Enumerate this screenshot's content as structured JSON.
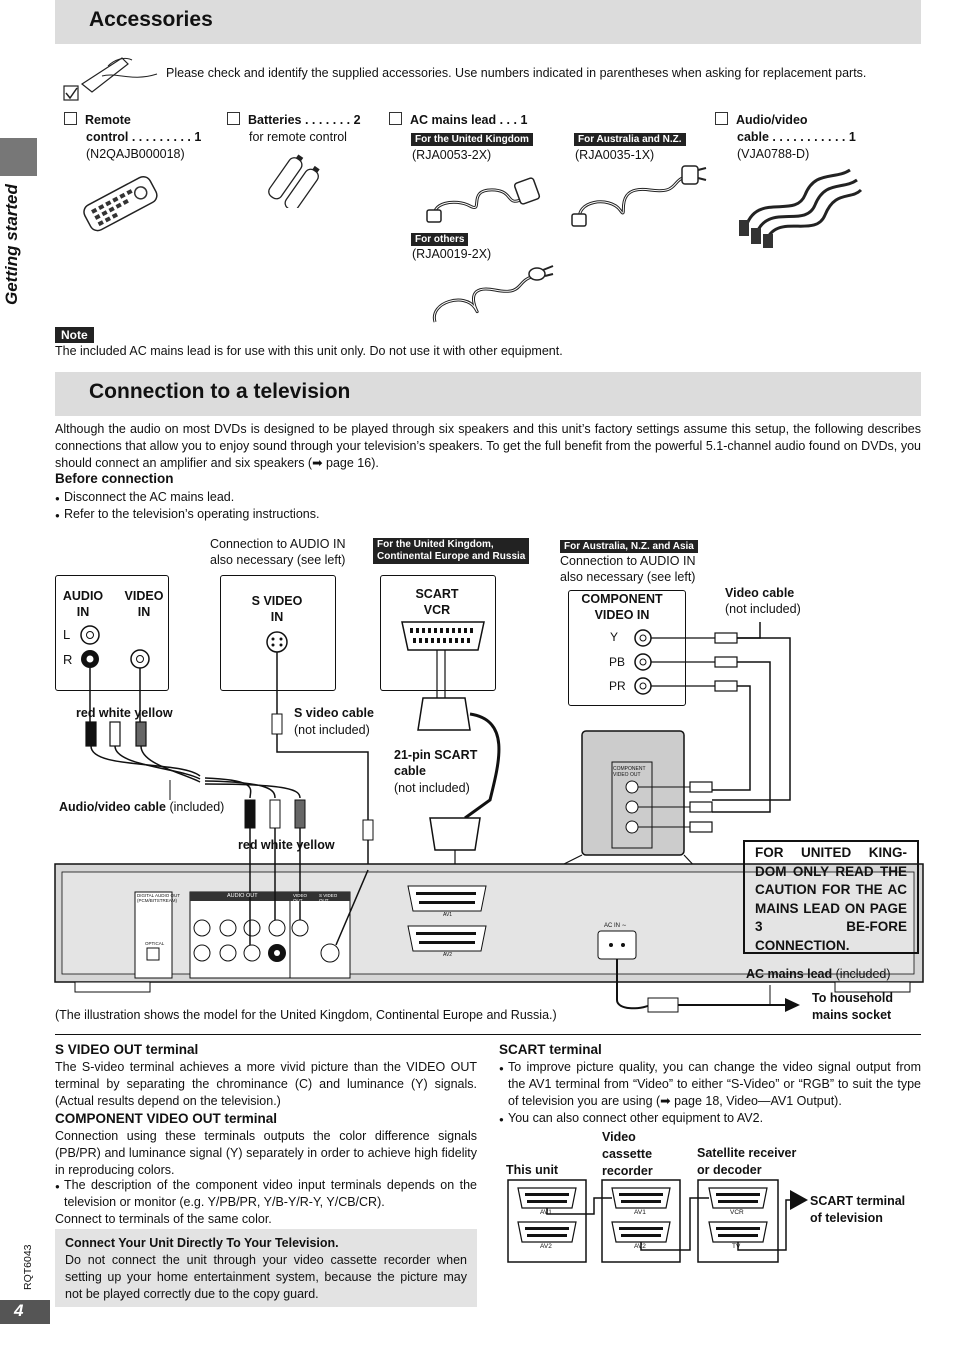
{
  "sidebar": {
    "label": "Getting started"
  },
  "accessories": {
    "title": "Accessories",
    "intro": "Please check and identify the supplied accessories. Use numbers indicated in parentheses when asking for replacement parts.",
    "items": [
      {
        "name_line1": "Remote",
        "name_line2": "control . . . . . . . . .  1",
        "part": "(N2QAJB000018)"
      },
      {
        "name_line1": "Batteries  . . . . . . .  2",
        "name_line2": "for remote control"
      },
      {
        "name_line1": "AC mains lead . . .  1",
        "tag_uk": "For the United Kingdom",
        "part_uk": "(RJA0053-2X)",
        "tag_others": "For others",
        "part_others": "(RJA0019-2X)"
      },
      {
        "tag_au": "For Australia and N.Z.",
        "part_au": "(RJA0035-1X)"
      },
      {
        "name_line1": "Audio/video",
        "name_line2": "cable . . . . . . . . . . .  1",
        "part": "(VJA0788-D)"
      }
    ],
    "note_label": "Note",
    "note_text": "The included AC mains lead is for use with this unit only. Do not use it with other equipment."
  },
  "connection": {
    "title": "Connection to a television",
    "intro": "Although the audio on most DVDs is designed to be played through six speakers and this unit’s factory settings assume this setup, the following describes connections that allow you to enjoy sound through your television’s speakers. To get the full benefit from the powerful 5.1-channel audio found on DVDs, you should connect an amplifier and six speakers (➡ page 16).",
    "before_heading": "Before connection",
    "before_items": [
      "Disconnect the AC mains lead.",
      "Refer to the television’s operating instructions."
    ]
  },
  "diagram": {
    "audio_in_note_1": "Connection to AUDIO IN",
    "audio_in_note_2": "also necessary (see left)",
    "tag_uk_eu": "For the United Kingdom,",
    "tag_uk_eu_2": "Continental Europe and Russia",
    "tag_au_asia": "For Australia, N.Z. and Asia",
    "audio_in": "AUDIO\nIN",
    "video_in": "VIDEO\nIN",
    "l": "L",
    "r": "R",
    "s_video_in": "S VIDEO\nIN",
    "scart_vcr": "SCART\nVCR",
    "component_in": "COMPONENT\nVIDEO IN",
    "y": "Y",
    "pb": "PB",
    "pr": "PR",
    "video_cable": "Video cable",
    "not_included": "(not included)",
    "red_white_yellow": "red white yellow",
    "s_video_cable": "S video cable",
    "scart_cable": "21-pin SCART",
    "scart_cable_2": "cable",
    "av_cable": "Audio/video cable",
    "included": "(included)",
    "component_out_small": "COMPONENT\nVIDEO OUT",
    "ac_in": "AC IN ∼",
    "av1": "AV1",
    "av2": "AV2",
    "digital_out": "DIGITAL AUDIO OUT\n(PCM/BITSTREAM)",
    "optical": "OPTICAL",
    "audio_out": "AUDIO OUT",
    "video_out": "VIDEO\nOUT",
    "s_video_out": "S VIDEO\nOUT",
    "ac_lead": "AC mains lead",
    "household": "To household\nmains socket",
    "illustration_note": "(The illustration shows the model for the United Kingdom, Continental Europe and Russia.)",
    "warning": "FOR UNITED KING-DOM ONLY READ THE CAUTION FOR THE AC MAINS LEAD ON PAGE 3 BE-FORE CONNECTION."
  },
  "svideo": {
    "heading": "S VIDEO OUT terminal",
    "text": "The S-video terminal achieves a more vivid picture than the VIDEO OUT terminal by separating the chrominance (C) and luminance (Y) signals. (Actual results depend on the television.)"
  },
  "component": {
    "heading": "COMPONENT VIDEO OUT terminal",
    "text": "Connection using these terminals outputs the color difference signals (PB/PR) and luminance signal (Y) separately in order to achieve high fidelity in reproducing colors.",
    "bullet": "The description of the component video input terminals depends on the television or monitor (e.g. Y/PB/PR, Y/B-Y/R-Y, Y/CB/CR).",
    "connect": "Connect to terminals of the same color."
  },
  "caution": {
    "heading": "Connect Your Unit Directly To Your Television.",
    "text": "Do not connect the unit through your video cassette recorder when setting up your home entertainment system, because the picture may not be played correctly due to the copy guard."
  },
  "scart": {
    "heading": "SCART terminal",
    "bullet1": "To improve picture quality, you can change the video signal output from the AV1 terminal from “Video” to either “S-Video” or “RGB” to suit the type of television you are using (➡ page 18, Video—AV1 Output).",
    "bullet2": "You can also connect other equipment to AV2.",
    "this_unit": "This unit",
    "vcr_label": "Video\ncassette\nrecorder",
    "sat_label": "Satellite receiver\nor decoder",
    "tv_label": "SCART terminal\nof television",
    "av1": "AV1",
    "av2": "AV2",
    "vcr": "VCR",
    "tv": "TV"
  },
  "footer": {
    "page": "4",
    "code": "RQT6043"
  }
}
